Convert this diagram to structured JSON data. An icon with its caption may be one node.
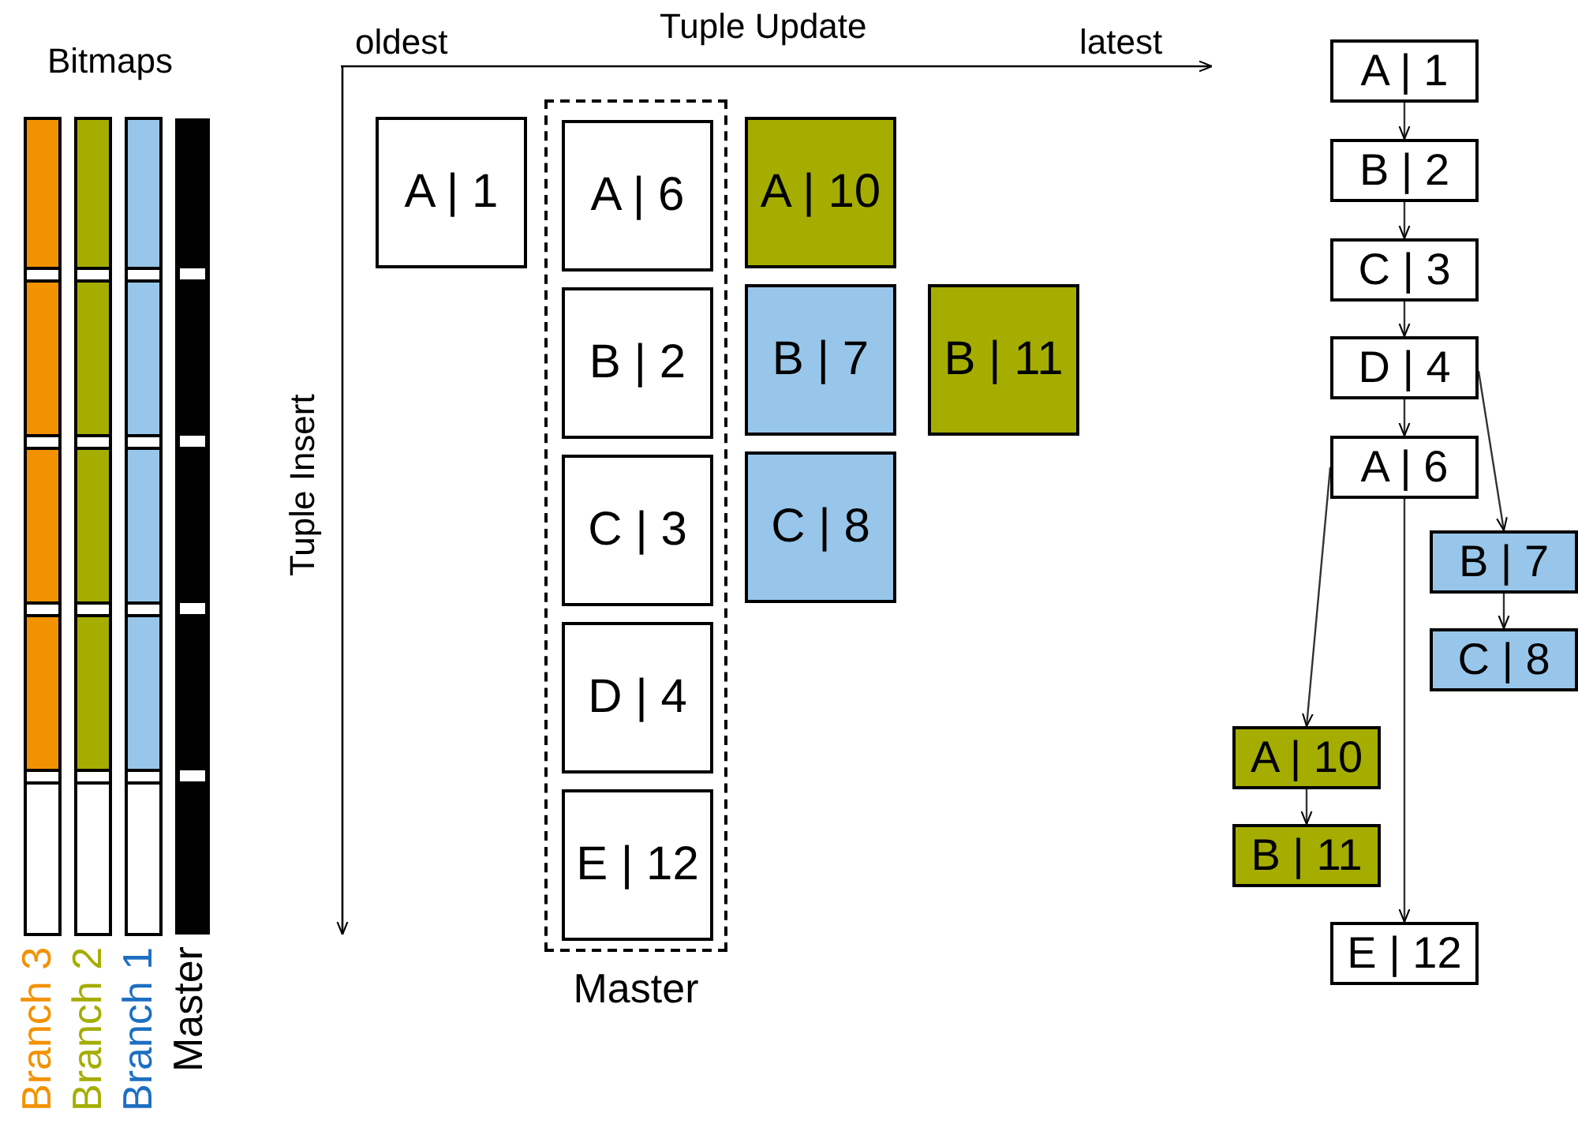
{
  "diagram": {
    "nodes": [
      {
        "text": [
          "A | 1"
        ]
      },
      {
        "text": [],
        "shape": "box",
        "beside": [
          "Master"
        ]
      },
      {
        "text": [
          "A | 6"
        ],
        "in": 1
      },
      {
        "text": [
          "B | 2"
        ],
        "in": 1
      },
      {
        "text": [
          "C | 3"
        ],
        "in": 1
      },
      {
        "text": [
          "D | 4"
        ],
        "in": 1
      },
      {
        "text": [
          "E | 12"
        ],
        "in": 1
      },
      {
        "text": [
          "A | 10"
        ]
      },
      {
        "text": [
          "B | 7"
        ]
      },
      {
        "text": [
          "B | 11"
        ]
      },
      {
        "text": [
          "C | 8"
        ]
      },
      {
        "text": [
          "A | 1"
        ]
      },
      {
        "text": [
          "B | 2"
        ]
      },
      {
        "text": [
          "C | 3"
        ]
      },
      {
        "text": [
          "D | 4"
        ]
      },
      {
        "text": [
          "A | 6"
        ]
      },
      {
        "text": [
          "B | 7"
        ]
      },
      {
        "text": [
          "C | 8"
        ]
      },
      {
        "text": [
          "A | 10"
        ]
      },
      {
        "text": [
          "B | 11"
        ]
      },
      {
        "text": [
          "E | 12"
        ]
      }
    ],
    "edges": [
      {
        "from": 11,
        "to": 12,
        "arrow": "to"
      },
      {
        "from": 12,
        "to": 13,
        "arrow": "to"
      },
      {
        "from": 13,
        "to": 14,
        "arrow": "to"
      },
      {
        "from": 14,
        "to": 15,
        "arrow": "to"
      },
      {
        "from": 14,
        "to": 16,
        "arrow": "to"
      },
      {
        "from": 16,
        "to": 17,
        "arrow": "to"
      },
      {
        "from": 15,
        "to": 18,
        "arrow": "to"
      },
      {
        "from": 18,
        "to": 19,
        "arrow": "to"
      },
      {
        "from": 15,
        "to": 20,
        "arrow": "to"
      }
    ],
    "labels": [
      "Bitmaps",
      "Branch 3",
      "Branch 2",
      "Branch 1",
      "Master",
      "oldest",
      "Tuple Update",
      "latest",
      "Tuple Insert"
    ]
  }
}
